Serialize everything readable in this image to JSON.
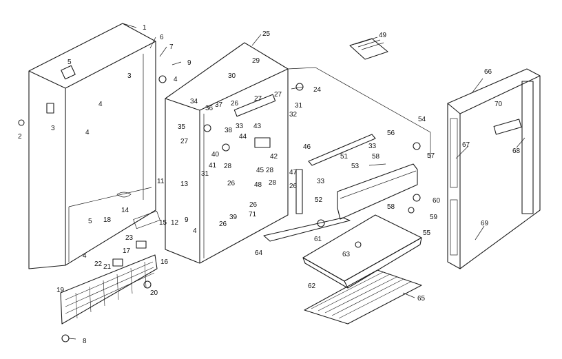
{
  "callouts": [
    "1",
    "2",
    "3",
    "3",
    "4",
    "4",
    "4",
    "4",
    "4",
    "5",
    "5",
    "6",
    "7",
    "8",
    "9",
    "9",
    "11",
    "12",
    "13",
    "14",
    "15",
    "16",
    "17",
    "18",
    "19",
    "20",
    "21",
    "22",
    "23",
    "24",
    "25",
    "26",
    "26",
    "26",
    "26",
    "26",
    "27",
    "27",
    "27",
    "28",
    "28",
    "28",
    "29",
    "30",
    "31",
    "31",
    "32",
    "33",
    "33",
    "33",
    "34",
    "35",
    "36",
    "37",
    "38",
    "39",
    "40",
    "41",
    "42",
    "43",
    "44",
    "45",
    "46",
    "47",
    "48",
    "49",
    "51",
    "52",
    "53",
    "54",
    "55",
    "56",
    "57",
    "58",
    "58",
    "59",
    "60",
    "61",
    "62",
    "63",
    "64",
    "65",
    "66",
    "67",
    "68",
    "69",
    "70",
    "71"
  ]
}
